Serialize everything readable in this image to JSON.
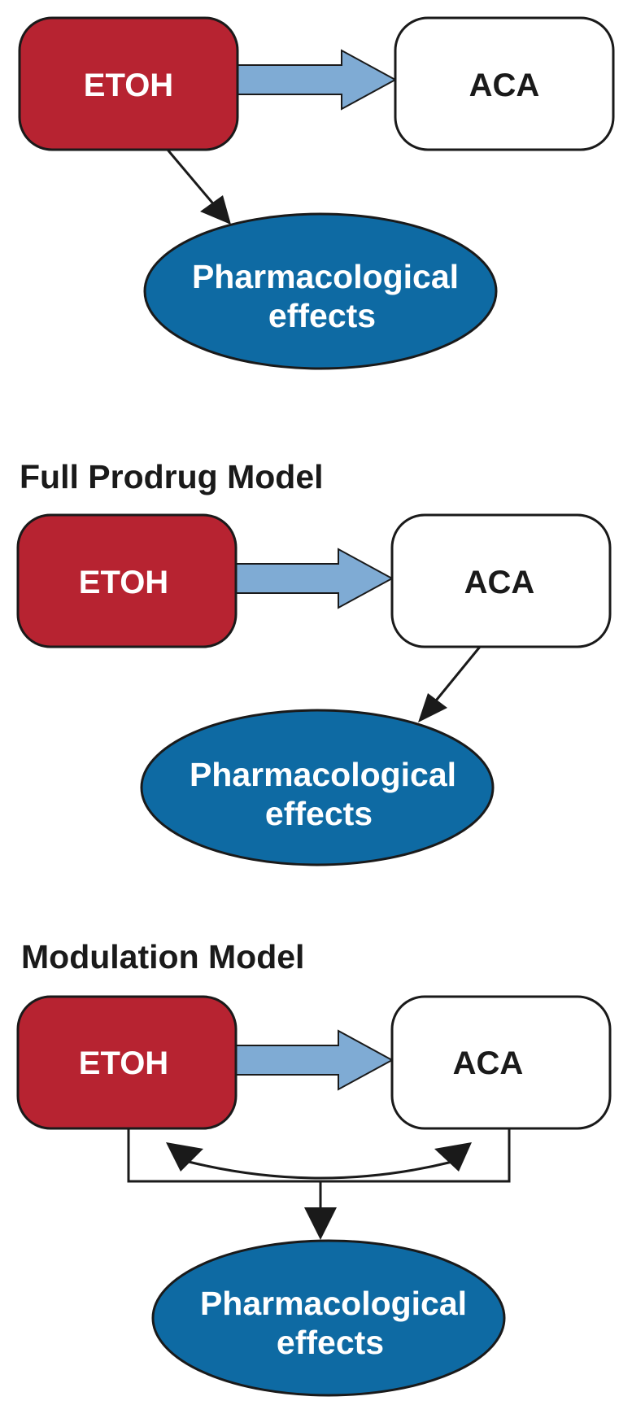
{
  "colors": {
    "etoh_fill": "#b72331",
    "aca_fill": "#ffffff",
    "effects_fill": "#0e6aa3",
    "flow_arrow_fill": "#7fabd4",
    "outline": "#1a1a1a"
  },
  "diagrams": [
    {
      "title": "",
      "etoh_label": "ETOH",
      "aca_label": "ACA",
      "effects_line1": "Pharmacological",
      "effects_line2": "effects"
    },
    {
      "title": "Full Prodrug Model",
      "etoh_label": "ETOH",
      "aca_label": "ACA",
      "effects_line1": "Pharmacological",
      "effects_line2": "effects"
    },
    {
      "title": "Modulation Model",
      "etoh_label": "ETOH",
      "aca_label": "ACA",
      "effects_line1": "Pharmacological",
      "effects_line2": "effects"
    }
  ]
}
